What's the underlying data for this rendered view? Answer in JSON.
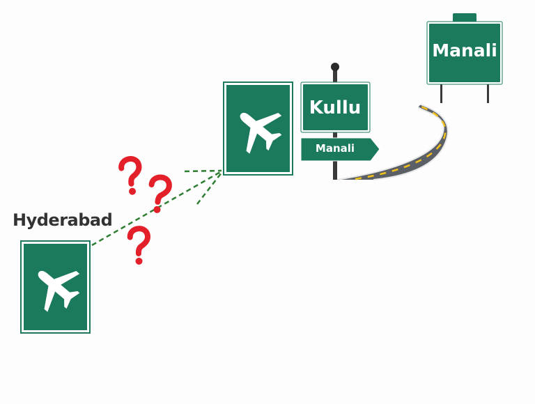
{
  "labels": {
    "origin_city": "Hyderabad",
    "kullu_sign": "Kullu",
    "manali_arrow_sign": "Manali",
    "manali_board": "Manali"
  },
  "icons": {
    "origin_sign": "airplane-icon",
    "kullu_airport_sign": "airplane-icon",
    "question_marks": "question-mark-icon"
  },
  "colors": {
    "sign_green": "#1b7a5d",
    "question_red": "#e3202a",
    "route_line": "#2e7d32",
    "road": "#5b5f66",
    "lane_yellow": "#f2c21b"
  }
}
